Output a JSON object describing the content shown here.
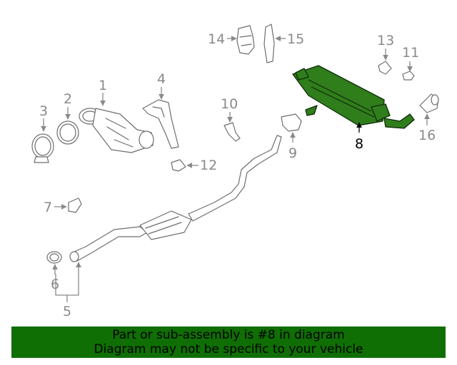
{
  "labels": {
    "p1": "1",
    "p2": "2",
    "p3": "3",
    "p4": "4",
    "p5": "5",
    "p6": "6",
    "p7": "7",
    "p8": "8",
    "p9": "9",
    "p10": "10",
    "p11": "11",
    "p12": "12",
    "p13": "13",
    "p14": "14",
    "p15": "15",
    "p16": "16"
  },
  "highlighted_part": "8",
  "banner": {
    "line1": "Part or sub-assembly is #8 in diagram",
    "line2": "Diagram may not be specific to your vehicle"
  },
  "colors": {
    "highlight": "#2f7d1b",
    "banner": "#0f6e04",
    "line": "#6e6e6e",
    "label": "#8a8a8a"
  }
}
